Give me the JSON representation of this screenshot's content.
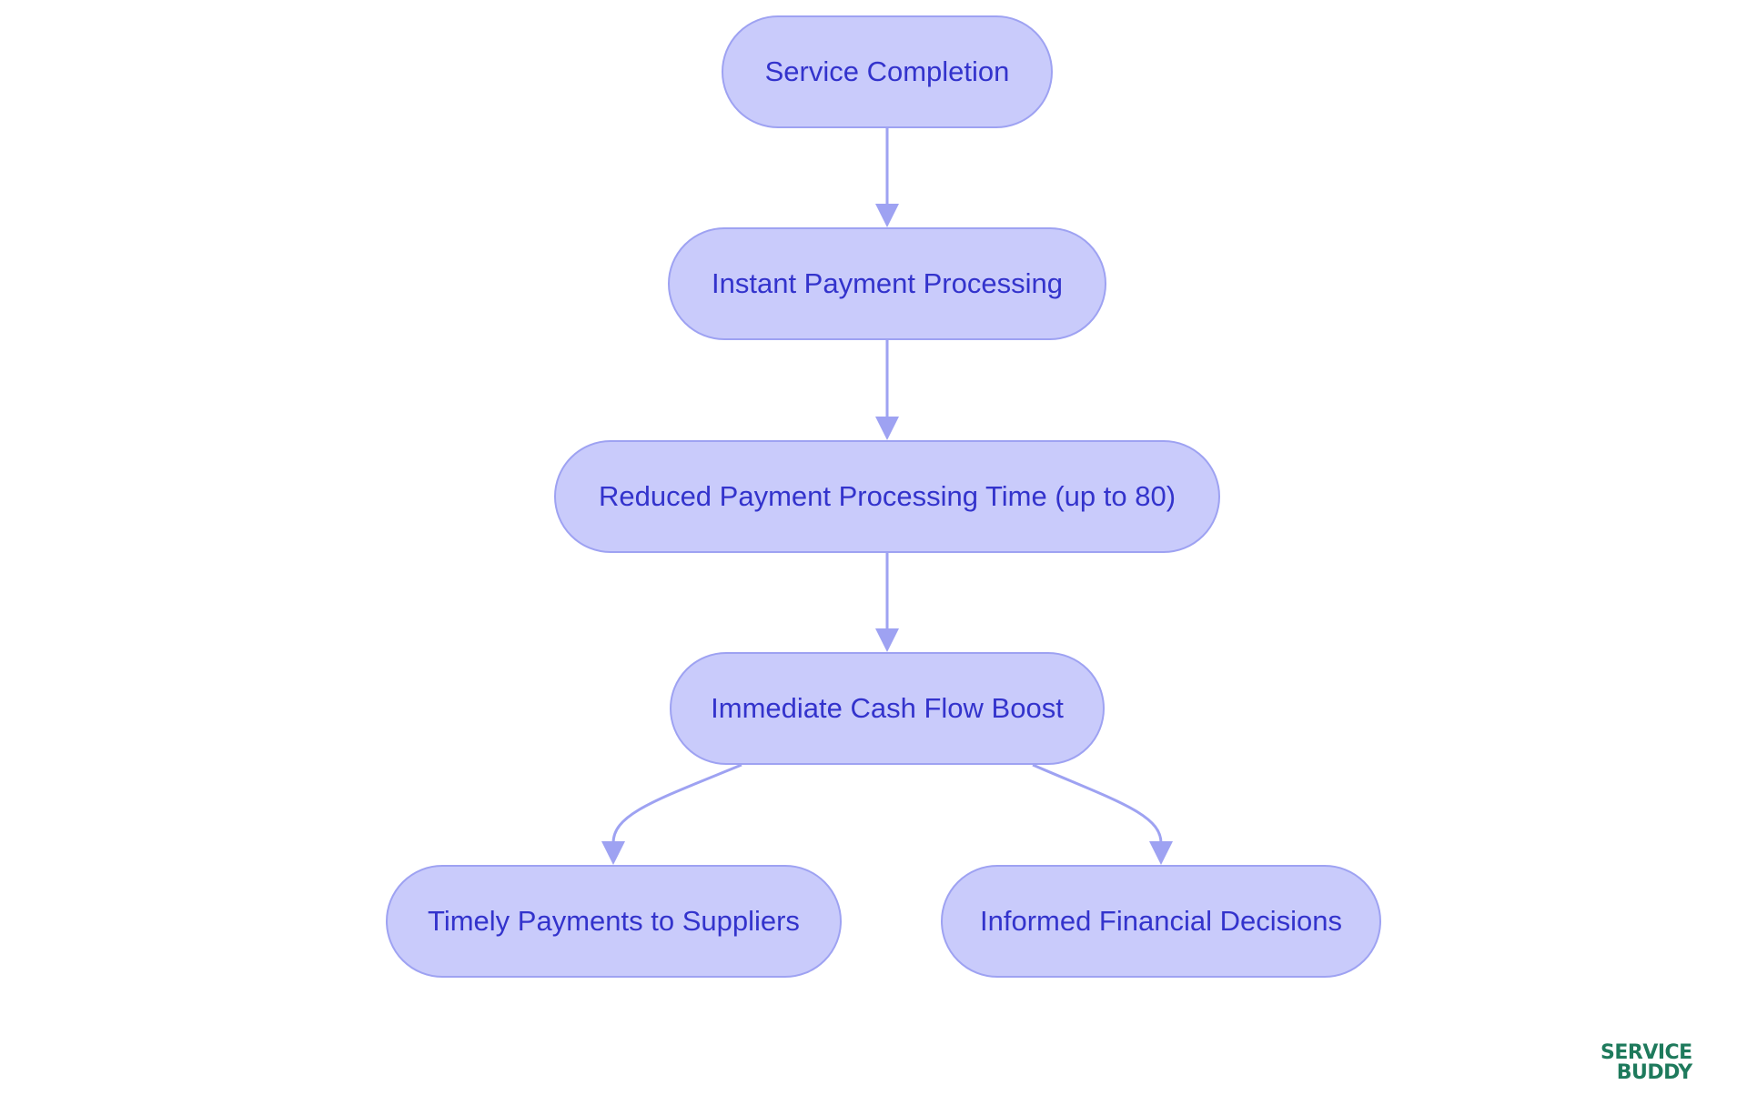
{
  "diagram": {
    "nodes": [
      {
        "id": "n1",
        "label": "Service Completion"
      },
      {
        "id": "n2",
        "label": "Instant Payment Processing"
      },
      {
        "id": "n3",
        "label": "Reduced Payment Processing Time (up to 80)"
      },
      {
        "id": "n4",
        "label": "Immediate Cash Flow Boost"
      },
      {
        "id": "n5",
        "label": "Timely Payments to Suppliers"
      },
      {
        "id": "n6",
        "label": "Informed Financial Decisions"
      }
    ],
    "edges": [
      {
        "from": "n1",
        "to": "n2"
      },
      {
        "from": "n2",
        "to": "n3"
      },
      {
        "from": "n3",
        "to": "n4"
      },
      {
        "from": "n4",
        "to": "n5"
      },
      {
        "from": "n4",
        "to": "n6"
      }
    ],
    "colors": {
      "node_fill": "#c9cbfb",
      "node_border": "#9ea2f2",
      "node_text": "#3333cc",
      "edge": "#9ea2f2"
    }
  },
  "logo": {
    "line1": "SERVICE",
    "line2": "BUDDY",
    "icon": "pencil-icon",
    "color": "#1e7a5c"
  }
}
